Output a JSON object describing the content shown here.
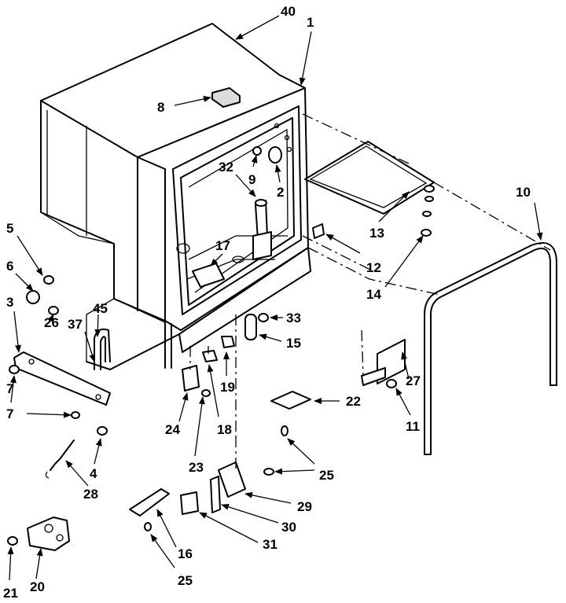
{
  "diagram": {
    "labels": {
      "p1": "1",
      "p2": "2",
      "p3": "3",
      "p4": "4",
      "p5": "5",
      "p6": "6",
      "p7a": "7",
      "p7b": "7",
      "p8": "8",
      "p9": "9",
      "p10": "10",
      "p11": "11",
      "p12": "12",
      "p13": "13",
      "p14": "14",
      "p15": "15",
      "p16": "16",
      "p17": "17",
      "p18": "18",
      "p19": "19",
      "p20": "20",
      "p21": "21",
      "p22": "22",
      "p23": "23",
      "p24": "24",
      "p25a": "25",
      "p25b": "25",
      "p26": "26",
      "p27": "27",
      "p28": "28",
      "p29": "29",
      "p30": "30",
      "p31": "31",
      "p32": "32",
      "p33": "33",
      "p37": "37",
      "p40": "40",
      "p45": "45"
    }
  }
}
